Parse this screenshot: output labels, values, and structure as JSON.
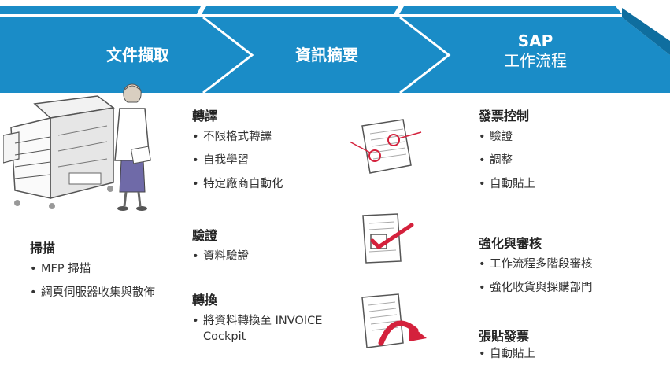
{
  "colors": {
    "banner_blue": "#1a8cc7",
    "banner_dark": "#0f6e9f",
    "accent_red": "#d4213c"
  },
  "stages": [
    {
      "lines": [
        "文件擷取"
      ]
    },
    {
      "lines": [
        "資訊摘要"
      ]
    },
    {
      "lines": [
        "SAP",
        "工作流程"
      ]
    }
  ],
  "capture": {
    "title": "掃描",
    "items": [
      "MFP 掃描",
      "網頁伺服器收集與散佈"
    ]
  },
  "extract": {
    "sections": [
      {
        "title": "轉譯",
        "items": [
          "不限格式轉譯",
          "自我學習",
          "特定廠商自動化"
        ]
      },
      {
        "title": "驗證",
        "items": [
          "資料驗證"
        ]
      },
      {
        "title": "轉換",
        "items": [
          "將資料轉換至 INVOICE Cockpit"
        ]
      }
    ]
  },
  "workflow": {
    "sections": [
      {
        "title": "發票控制",
        "items": [
          "驗證",
          "調整",
          "自動貼上"
        ]
      },
      {
        "title": "強化與審核",
        "items": [
          "工作流程多階段審核",
          "強化收貨與採購部門"
        ]
      },
      {
        "title": "張貼發票",
        "items": [
          "自動貼上"
        ]
      }
    ]
  },
  "illustrations": {
    "printer": "mfp-printer-icon",
    "person": "office-worker-icon",
    "doc_circles": "document-with-red-circles-icon",
    "doc_check": "document-with-checkmark-icon",
    "doc_arrow": "document-with-curved-arrow-icon"
  }
}
